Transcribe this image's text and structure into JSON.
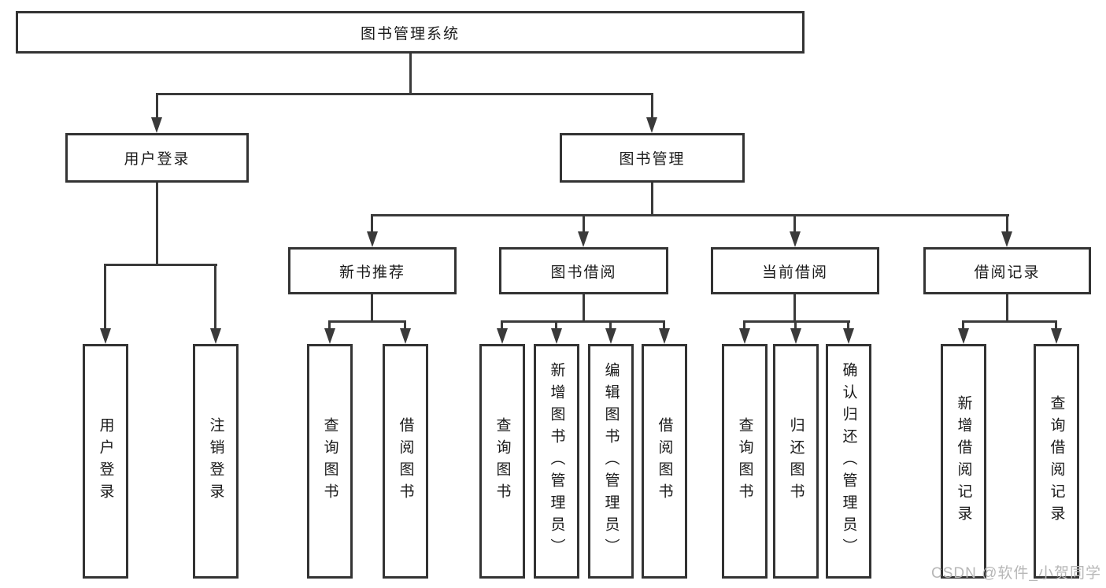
{
  "diagram_type": "hierarchy-tree",
  "colors": {
    "line": "#3a3a3a",
    "box_border": "#333333",
    "text": "#1a1a1a",
    "watermark": "#b7b7b7",
    "background": "#ffffff"
  },
  "nodes": {
    "root": "图书管理系统",
    "user_login": "用户登录",
    "book_management": "图书管理",
    "new_book_recommend": "新书推荐",
    "book_borrow": "图书借阅",
    "current_borrow": "当前借阅",
    "borrow_records": "借阅记录",
    "leaf_user_login": "用户登录",
    "leaf_logout": "注销登录",
    "leaf_query_book_recommend": "查询图书",
    "leaf_borrow_book_recommend": "借阅图书",
    "leaf_query_book_borrow": "查询图书",
    "leaf_add_book_admin": "新增图书（管理员）",
    "leaf_edit_book_admin": "编辑图书（管理员）",
    "leaf_borrow_book_borrow": "借阅图书",
    "leaf_query_book_current": "查询图书",
    "leaf_return_book": "归还图书",
    "leaf_confirm_return_admin": "确认归还（管理员）",
    "leaf_add_borrow_record": "新增借阅记录",
    "leaf_query_borrow_record": "查询借阅记录"
  },
  "edges": [
    {
      "from": "图书管理系统",
      "to": "用户登录"
    },
    {
      "from": "图书管理系统",
      "to": "图书管理"
    },
    {
      "from": "用户登录",
      "to": "用户登录(叶)"
    },
    {
      "from": "用户登录",
      "to": "注销登录"
    },
    {
      "from": "图书管理",
      "to": "新书推荐"
    },
    {
      "from": "图书管理",
      "to": "图书借阅"
    },
    {
      "from": "图书管理",
      "to": "当前借阅"
    },
    {
      "from": "图书管理",
      "to": "借阅记录"
    },
    {
      "from": "新书推荐",
      "to": "查询图书"
    },
    {
      "from": "新书推荐",
      "to": "借阅图书"
    },
    {
      "from": "图书借阅",
      "to": "查询图书"
    },
    {
      "from": "图书借阅",
      "to": "新增图书（管理员）"
    },
    {
      "from": "图书借阅",
      "to": "编辑图书（管理员）"
    },
    {
      "from": "图书借阅",
      "to": "借阅图书"
    },
    {
      "from": "当前借阅",
      "to": "查询图书"
    },
    {
      "from": "当前借阅",
      "to": "归还图书"
    },
    {
      "from": "当前借阅",
      "to": "确认归还（管理员）"
    },
    {
      "from": "借阅记录",
      "to": "新增借阅记录"
    },
    {
      "from": "借阅记录",
      "to": "查询借阅记录"
    }
  ],
  "watermark": "CSDN @软件_小贺同学"
}
